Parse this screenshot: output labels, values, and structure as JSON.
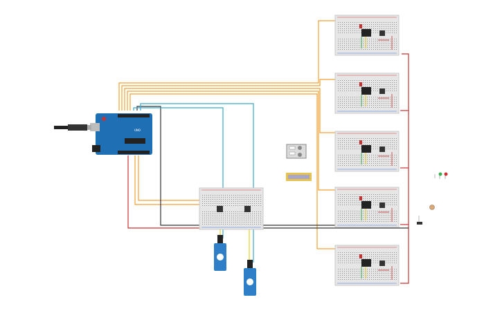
{
  "colors": {
    "background": "#ffffff",
    "breadboard": "#e6e6e6",
    "breadboard_stroke": "#c8c8c8",
    "hole": "#8c8c8c",
    "rail_red": "#d23b3b",
    "rail_blue": "#3b6fd2",
    "wire_orange": "#f0a030",
    "wire_red": "#c83232",
    "wire_black": "#303030",
    "wire_cyan": "#3aa6c8",
    "wire_yellow": "#e8d020",
    "wire_green": "#3cae50",
    "arduino": "#1f6fb5",
    "arduino_dark": "#0f4f8a",
    "servo": "#2e7fc8",
    "lcd_frame": "#e8c24a",
    "lcd_screen": "#a6a6c8"
  },
  "arduino": {
    "brand": "UNO"
  },
  "modules": [
    "module-1",
    "module-2",
    "module-3",
    "module-4",
    "module-5"
  ],
  "components": {
    "main_breadboard": "breadboard",
    "servos": [
      "servo-1",
      "servo-2"
    ],
    "lcd": "lcd-display",
    "power_supply": "power-supply"
  },
  "icons": [
    "arduino-board-icon",
    "usb-cable-icon",
    "servo-icon",
    "relay-icon",
    "led-icon",
    "push-button-icon",
    "lcd-icon",
    "power-supply-icon",
    "potentiometer-icon",
    "transistor-icon"
  ]
}
